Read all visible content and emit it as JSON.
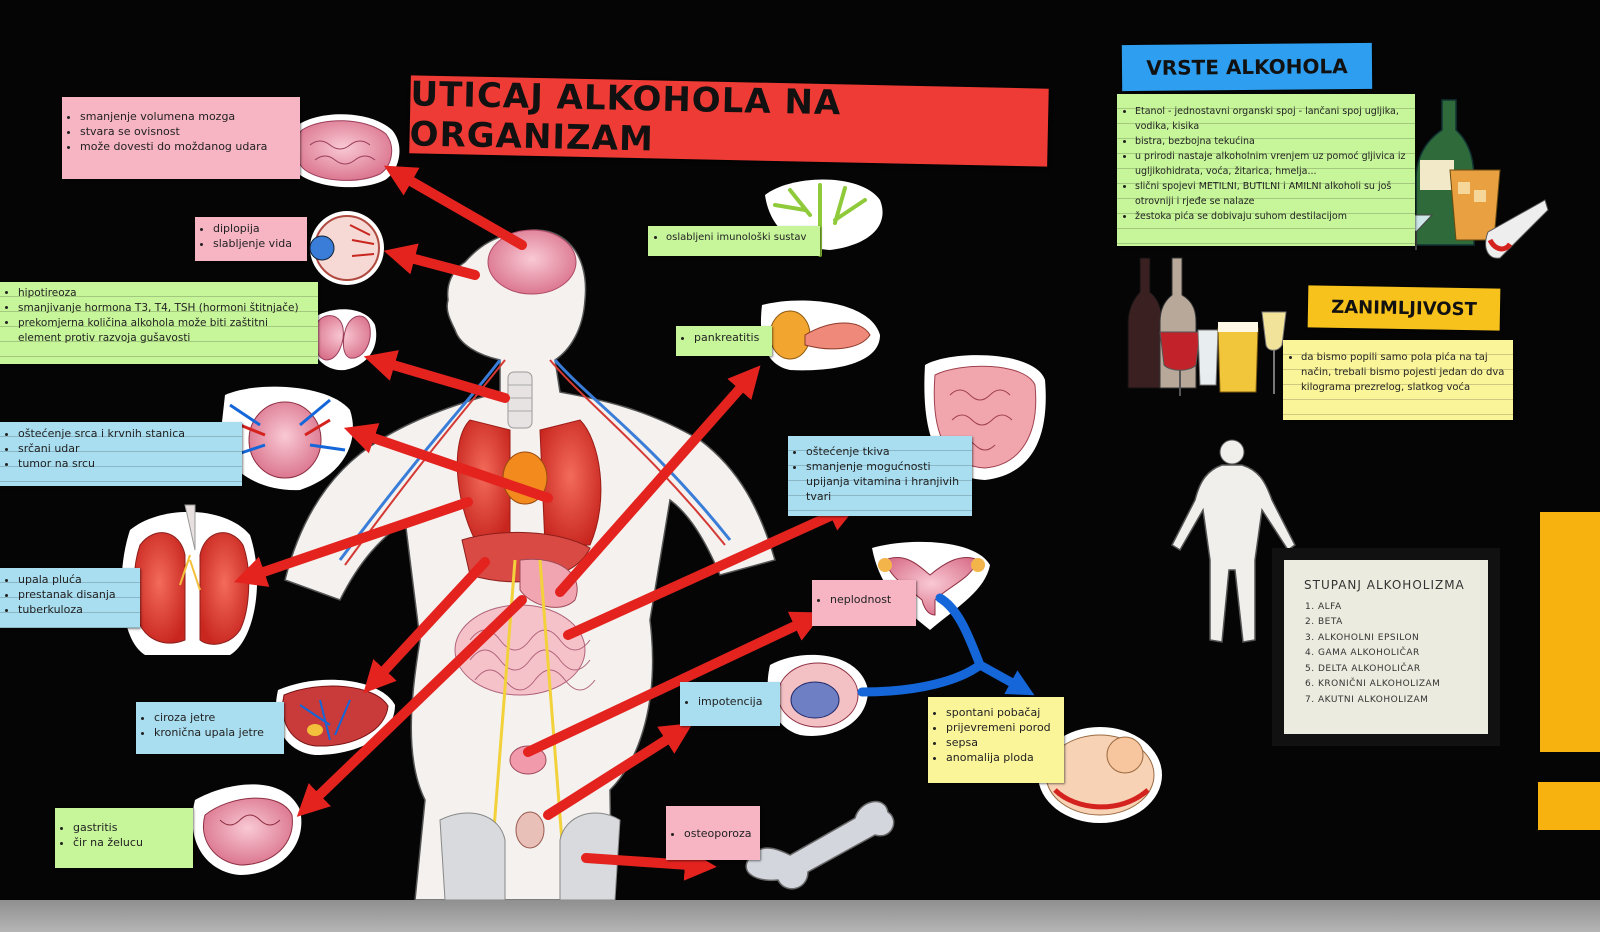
{
  "title": "UTICAJ ALKOHOLA NA ORGANIZAM",
  "notes": {
    "brain": [
      "smanjenje volumena mozga",
      "stvara se ovisnost",
      "može dovesti do moždanog udara"
    ],
    "eye": [
      "diplopija",
      "slabljenje vida"
    ],
    "thyroid": [
      "hipotireoza",
      "smanjivanje hormona T3, T4, TSH (hormoni štitnjače)",
      "prekomjerna količina alkohola može biti zaštitni element protiv razvoja gušavosti"
    ],
    "heart": [
      "oštećenje srca i krvnih stanica",
      "srčani udar",
      "tumor na srcu"
    ],
    "lungs": [
      "upala pluća",
      "prestanak disanja",
      "tuberkuloza"
    ],
    "liver": [
      "ciroza jetre",
      "kronična upala jetre"
    ],
    "stomach": [
      "gastritis",
      "čir na želucu"
    ],
    "immune": [
      "oslabljeni imunološki sustav"
    ],
    "pancreas": [
      "pankreatitis"
    ],
    "intestine": [
      "oštećenje tkiva",
      "smanjenje mogućnosti upijanja vitamina i hranjivih tvari"
    ],
    "infertility": [
      "neplodnost"
    ],
    "impotence": [
      "impotencija"
    ],
    "pregnancy": [
      "spontani pobačaj",
      "prijevremeni porod",
      "sepsa",
      "anomalija ploda"
    ],
    "bone": [
      "osteoporoza"
    ]
  },
  "vrste": {
    "title": "VRSTE ALKOHOLA",
    "items": [
      "Etanol - jednostavni organski spoj - lančani spoj ugljika, vodika, kisika",
      "bistra, bezbojna tekućina",
      "u prirodi nastaje alkoholnim vrenjem uz pomoć gljivica iz ugljikohidrata, voća, žitarica, hmelja...",
      "slični spojevi METILNI, BUTILNI i AMILNI alkoholi su još otrovniji i rjeđe se nalaze",
      "žestoka pića se dobivaju suhom destilacijom"
    ]
  },
  "zanimljivost": {
    "title": "ZANIMLJIVOST",
    "items": [
      "da bismo popili samo pola pića na taj način, trebali bismo pojesti jedan do dva kilograma prezrelog, slatkog voća"
    ]
  },
  "stupanj": {
    "title": "STUPANJ ALKOHOLIZMA",
    "items": [
      "ALFA",
      "BETA",
      "ALKOHOLNI EPSILON",
      "GAMA ALKOHOLIČAR",
      "DELTA ALKOHOLIČAR",
      "KRONIČNI ALKOHOLIZAM",
      "AKUTNI ALKOHOLIZAM"
    ]
  },
  "colors": {
    "board": "#050505",
    "title_red": "#ef3b35",
    "arrow_red": "#e4231f",
    "arrow_blue": "#1466d9",
    "pink": "#f7b5c4",
    "green": "#c7f59a",
    "blue": "#a9def0",
    "yellow": "#fbf59a",
    "label_blue": "#2e9ff0",
    "label_yellow": "#f8c21c"
  }
}
